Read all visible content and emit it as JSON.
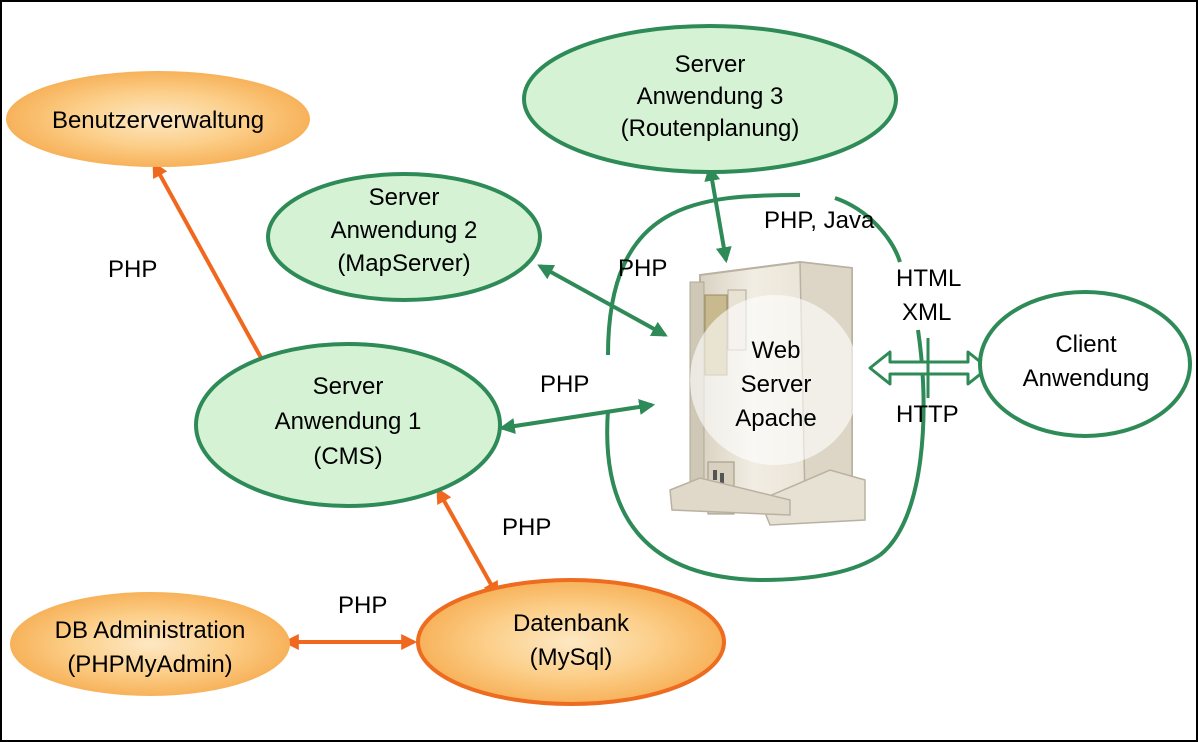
{
  "nodes": {
    "benutzer": {
      "label": "Benutzerverwaltung"
    },
    "server3": {
      "line1": "Server",
      "line2": "Anwendung 3",
      "line3": "(Routenplanung)"
    },
    "server2": {
      "line1": "Server",
      "line2": "Anwendung 2",
      "line3": "(MapServer)"
    },
    "server1": {
      "line1": "Server",
      "line2": "Anwendung 1",
      "line3": "(CMS)"
    },
    "webserver": {
      "line1": "Web",
      "line2": "Server",
      "line3": "Apache"
    },
    "client": {
      "line1": "Client",
      "line2": "Anwendung"
    },
    "db_admin": {
      "line1": "DB Administration",
      "line2": "(PHPMyAdmin)"
    },
    "datenbank": {
      "line1": "Datenbank",
      "line2": "(MySql)"
    }
  },
  "edge_labels": {
    "php_benutzer": "PHP",
    "php_server2": "PHP",
    "php_server1": "PHP",
    "php_java": "PHP, Java",
    "html": "HTML",
    "xml": "XML",
    "http": "HTTP",
    "php_cms_db": "PHP",
    "php_admin_db": "PHP"
  },
  "colors": {
    "green_fill": "#d5f3d4",
    "green_stroke": "#2e8b57",
    "orange_fill": "#fbc77a",
    "orange_stroke": "#ee6c20",
    "orange_arrow": "#f0681e",
    "green_arrow": "#2e8b57"
  }
}
